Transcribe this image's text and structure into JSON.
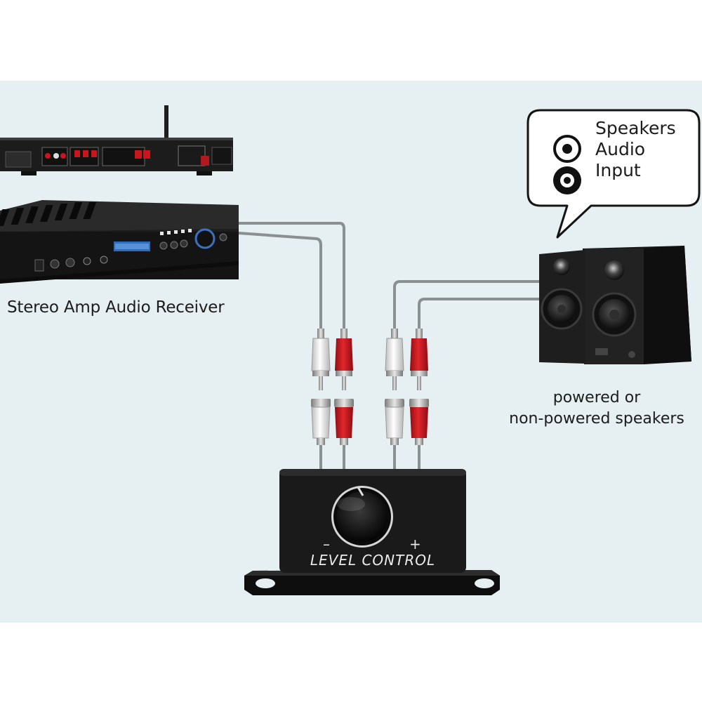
{
  "receiver": {
    "label": "Stereo Amp Audio Receiver"
  },
  "speakers": {
    "caption_line1": "powered or",
    "caption_line2": "non-powered speakers"
  },
  "callout": {
    "line1": "Speakers",
    "line2": "Audio",
    "line3": "Input"
  },
  "level_control": {
    "label": "LEVEL CONTROL",
    "minus": "–",
    "plus": "+"
  },
  "colors": {
    "background": "#e6eff1",
    "cable": "#8a8f92",
    "rca_red": "#c8161d",
    "rca_white": "#efefef",
    "device_body": "#1b1b1b"
  }
}
